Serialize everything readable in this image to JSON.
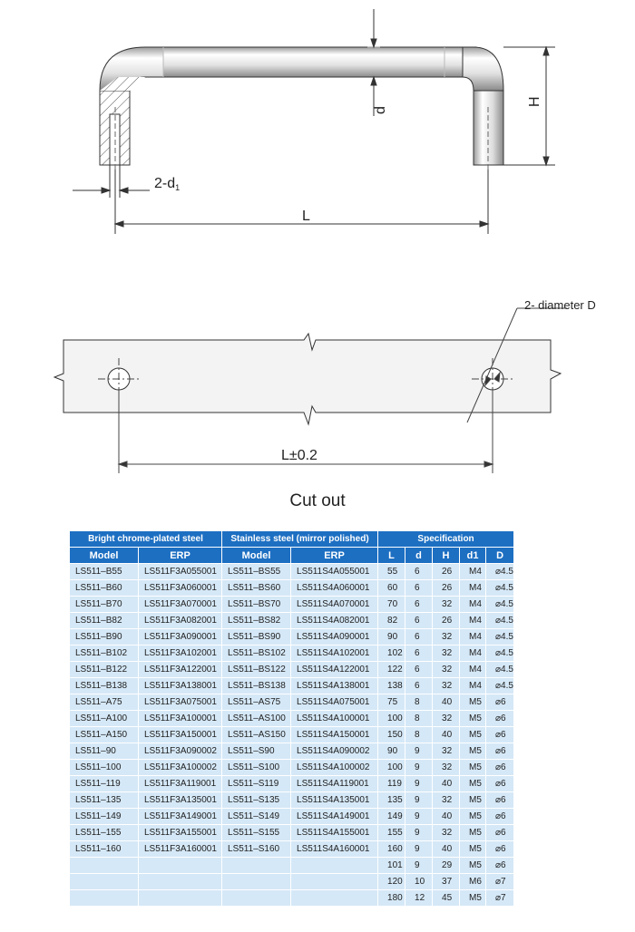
{
  "drawing": {
    "labels": {
      "d": "d",
      "h": "H",
      "d1": "2-d",
      "d1_sub": "1",
      "l": "L",
      "diameter": "2- diameter D",
      "l_tol": "L",
      "l_tol_sym": "±",
      "l_tol_val": "0.2"
    },
    "caption": "Cut out"
  },
  "table": {
    "groups": [
      "Bright chrome-plated steel",
      "Stainless steel (mirror polished)",
      "Specification"
    ],
    "columns": [
      "Model",
      "ERP",
      "Model",
      "ERP",
      "L",
      "d",
      "H",
      "d1",
      "D"
    ],
    "rows": [
      [
        "LS511–B55",
        "LS511F3A055001",
        "LS511–BS55",
        "LS511S4A055001",
        "55",
        "6",
        "26",
        "M4",
        "⌀4.5"
      ],
      [
        "LS511–B60",
        "LS511F3A060001",
        "LS511–BS60",
        "LS511S4A060001",
        "60",
        "6",
        "26",
        "M4",
        "⌀4.5"
      ],
      [
        "LS511–B70",
        "LS511F3A070001",
        "LS511–BS70",
        "LS511S4A070001",
        "70",
        "6",
        "32",
        "M4",
        "⌀4.5"
      ],
      [
        "LS511–B82",
        "LS511F3A082001",
        "LS511–BS82",
        "LS511S4A082001",
        "82",
        "6",
        "26",
        "M4",
        "⌀4.5"
      ],
      [
        "LS511–B90",
        "LS511F3A090001",
        "LS511–BS90",
        "LS511S4A090001",
        "90",
        "6",
        "32",
        "M4",
        "⌀4.5"
      ],
      [
        "LS511–B102",
        "LS511F3A102001",
        "LS511–BS102",
        "LS511S4A102001",
        "102",
        "6",
        "32",
        "M4",
        "⌀4.5"
      ],
      [
        "LS511–B122",
        "LS511F3A122001",
        "LS511–BS122",
        "LS511S4A122001",
        "122",
        "6",
        "32",
        "M4",
        "⌀4.5"
      ],
      [
        "LS511–B138",
        "LS511F3A138001",
        "LS511–BS138",
        "LS511S4A138001",
        "138",
        "6",
        "32",
        "M4",
        "⌀4.5"
      ],
      [
        "LS511–A75",
        "LS511F3A075001",
        "LS511–AS75",
        "LS511S4A075001",
        "75",
        "8",
        "40",
        "M5",
        "⌀6"
      ],
      [
        "LS511–A100",
        "LS511F3A100001",
        "LS511–AS100",
        "LS511S4A100001",
        "100",
        "8",
        "32",
        "M5",
        "⌀6"
      ],
      [
        "LS511–A150",
        "LS511F3A150001",
        "LS511–AS150",
        "LS511S4A150001",
        "150",
        "8",
        "40",
        "M5",
        "⌀6"
      ],
      [
        "LS511–90",
        "LS511F3A090002",
        "LS511–S90",
        "LS511S4A090002",
        "90",
        "9",
        "32",
        "M5",
        "⌀6"
      ],
      [
        "LS511–100",
        "LS511F3A100002",
        "LS511–S100",
        "LS511S4A100002",
        "100",
        "9",
        "32",
        "M5",
        "⌀6"
      ],
      [
        "LS511–119",
        "LS511F3A119001",
        "LS511–S119",
        "LS511S4A119001",
        "119",
        "9",
        "40",
        "M5",
        "⌀6"
      ],
      [
        "LS511–135",
        "LS511F3A135001",
        "LS511–S135",
        "LS511S4A135001",
        "135",
        "9",
        "32",
        "M5",
        "⌀6"
      ],
      [
        "LS511–149",
        "LS511F3A149001",
        "LS511–S149",
        "LS511S4A149001",
        "149",
        "9",
        "40",
        "M5",
        "⌀6"
      ],
      [
        "LS511–155",
        "LS511F3A155001",
        "LS511–S155",
        "LS511S4A155001",
        "155",
        "9",
        "32",
        "M5",
        "⌀6"
      ],
      [
        "LS511–160",
        "LS511F3A160001",
        "LS511–S160",
        "LS511S4A160001",
        "160",
        "9",
        "40",
        "M5",
        "⌀6"
      ],
      [
        "",
        "",
        "",
        "",
        "101",
        "9",
        "29",
        "M5",
        "⌀6"
      ],
      [
        "",
        "",
        "",
        "",
        "120",
        "10",
        "37",
        "M6",
        "⌀7"
      ],
      [
        "",
        "",
        "",
        "",
        "180",
        "12",
        "45",
        "M5",
        "⌀7"
      ]
    ]
  }
}
